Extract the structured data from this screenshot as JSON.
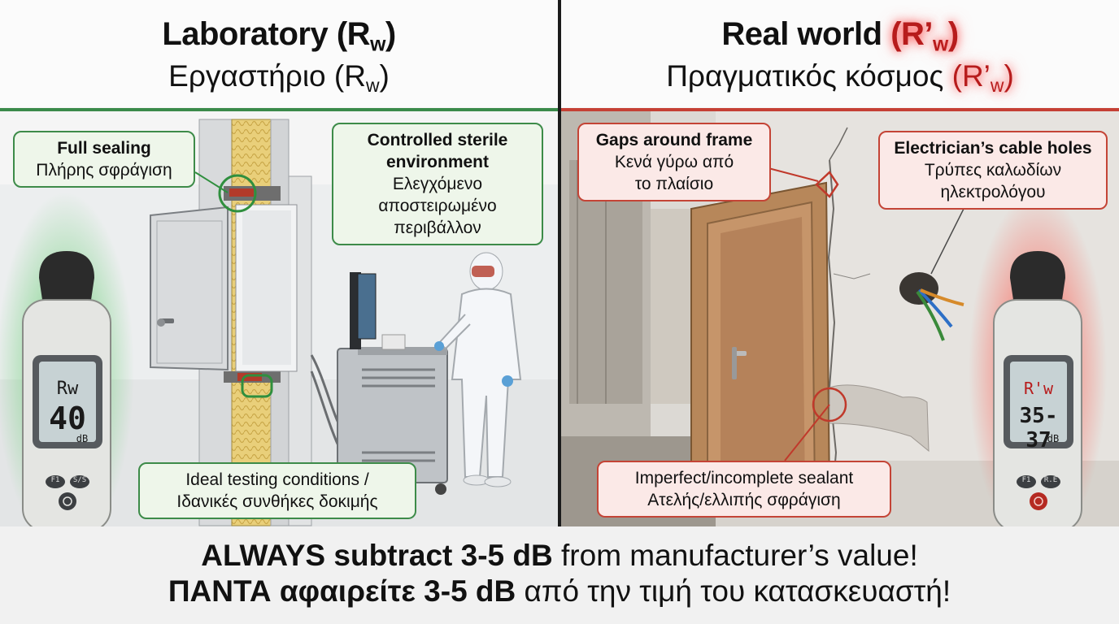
{
  "left": {
    "title_main": "Laboratory (R",
    "title_sub": "w",
    "title_end": ")",
    "subtitle_main": "Εργαστήριο (R",
    "subtitle_sub": "w",
    "subtitle_end": ")",
    "callouts": {
      "full_sealing_en": "Full sealing",
      "full_sealing_el": "Πλήρης σφράγιση",
      "sterile_en_1": "Controlled sterile",
      "sterile_en_2": "environment",
      "sterile_el_1": "Ελεγχόμενο",
      "sterile_el_2": "αποστειρωμένο",
      "sterile_el_3": "περιβάλλον",
      "ideal_en": "Ideal testing conditions /",
      "ideal_el": "Ιδανικές συνθήκες δοκιμής"
    },
    "meter": {
      "label": "Rw",
      "value": "40",
      "unit": "dB",
      "btn1": "F1",
      "btn2": "S/S",
      "glow": "#3fae4f"
    }
  },
  "right": {
    "title_main": "Real world ",
    "title_hl": "(R’",
    "title_sub": "w",
    "title_end": ")",
    "subtitle_main": "Πραγματικός κόσμος ",
    "subtitle_hl": "(R’",
    "subtitle_sub": "w",
    "subtitle_end": ")",
    "callouts": {
      "gaps_en": "Gaps around frame",
      "gaps_el_1": "Κενά γύρω από",
      "gaps_el_2": "το πλαίσιο",
      "cable_en": "Electrician’s cable holes",
      "cable_el_1": "Τρύπες καλωδίων",
      "cable_el_2": "ηλεκτρολόγου",
      "sealant_en": "Imperfect/incomplete sealant",
      "sealant_el": "Ατελής/ελλιπής σφράγιση"
    },
    "meter": {
      "label": "R'w",
      "value": "35-37",
      "unit": "dB",
      "btn1": "F1",
      "btn2": "R.E",
      "glow": "#e53935"
    }
  },
  "footer": {
    "line1_bold": "ALWAYS subtract 3-5 dB",
    "line1_rest": " from manufacturer’s value!",
    "line2_bold": "ΠΑΝΤΑ αφαιρείτε 3-5 dB",
    "line2_rest": " από την τιμή του κατασκευαστή!"
  },
  "colors": {
    "lab_green": "#3b8a4a",
    "real_red": "#c54035"
  }
}
